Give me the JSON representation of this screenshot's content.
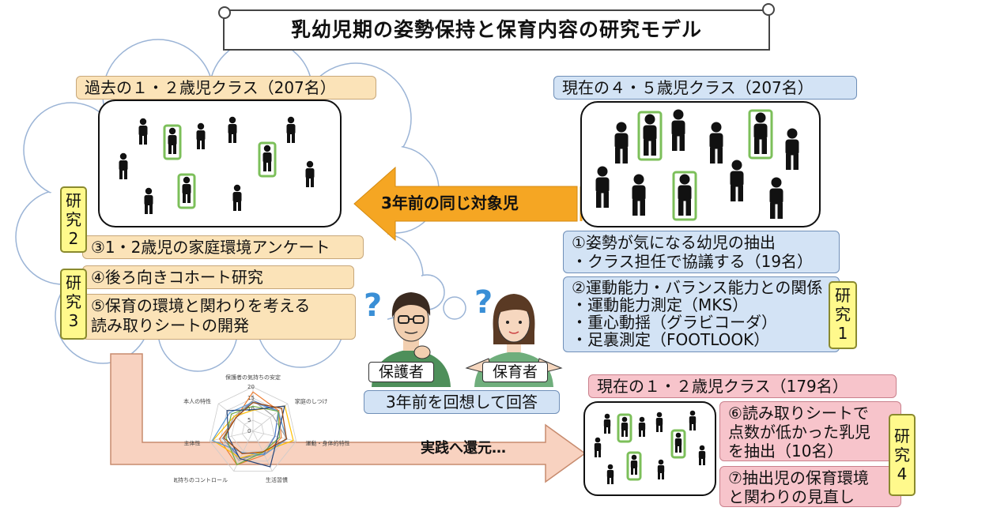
{
  "title": "乳幼児期の姿勢保持と保育内容の研究モデル",
  "past_class": {
    "label": "過去の１・２歳児クラス（207名）"
  },
  "current45": {
    "label": "現在の４・５歳児クラス（207名）"
  },
  "arrow_label": "3年前の同じ対象児",
  "items": {
    "i1_line1": "①姿勢が気になる幼児の抽出",
    "i1_line2": "・クラス担任で協議する（19名）",
    "i2_line1": "②運動能力・バランス能力との関係",
    "i2_line2": "・運動能力測定（MKS）",
    "i2_line3": "・重心動揺（グラビコーダ）",
    "i2_line4": "・足裏測定（FOOTLOOK）",
    "i3": "③1・2歳児の家庭環境アンケート",
    "i4": "④後ろ向きコホート研究",
    "i5_line1": "⑤保育の環境と関わりを考える",
    "i5_line2": "読み取りシートの開発",
    "i6_line1": "⑥読み取りシートで",
    "i6_line2": "点数が低かった乳児",
    "i6_line3": "を抽出（10名）",
    "i7_line1": "⑦抽出児の保育環境",
    "i7_line2": "と関わりの見直し"
  },
  "research": {
    "r1": [
      "研",
      "究",
      "1"
    ],
    "r2": [
      "研",
      "究",
      "2"
    ],
    "r3": [
      "研",
      "究",
      "3"
    ],
    "r4": [
      "研",
      "究",
      "4"
    ]
  },
  "people": {
    "guardian": "保護者",
    "caregiver": "保育者",
    "question": "?"
  },
  "recall": "3年前を回想して回答",
  "current12": {
    "label": "現在の１・２歳児クラス（179名）"
  },
  "practice_label": "実践へ還元…",
  "radar": {
    "axes": [
      "保護者の気持ちの安定",
      "家庭のしつけ",
      "運動・身体的特性",
      "生活習慣",
      "気持ちのコントロール",
      "主体性",
      "本人の特性"
    ],
    "ticks": [
      "20",
      "15",
      "10",
      "5",
      "0"
    ],
    "colors": [
      "#4472c4",
      "#ed7d31",
      "#a5a5a5",
      "#ffc000",
      "#5b9bd5",
      "#70ad47",
      "#264478",
      "#9e480e"
    ]
  }
}
